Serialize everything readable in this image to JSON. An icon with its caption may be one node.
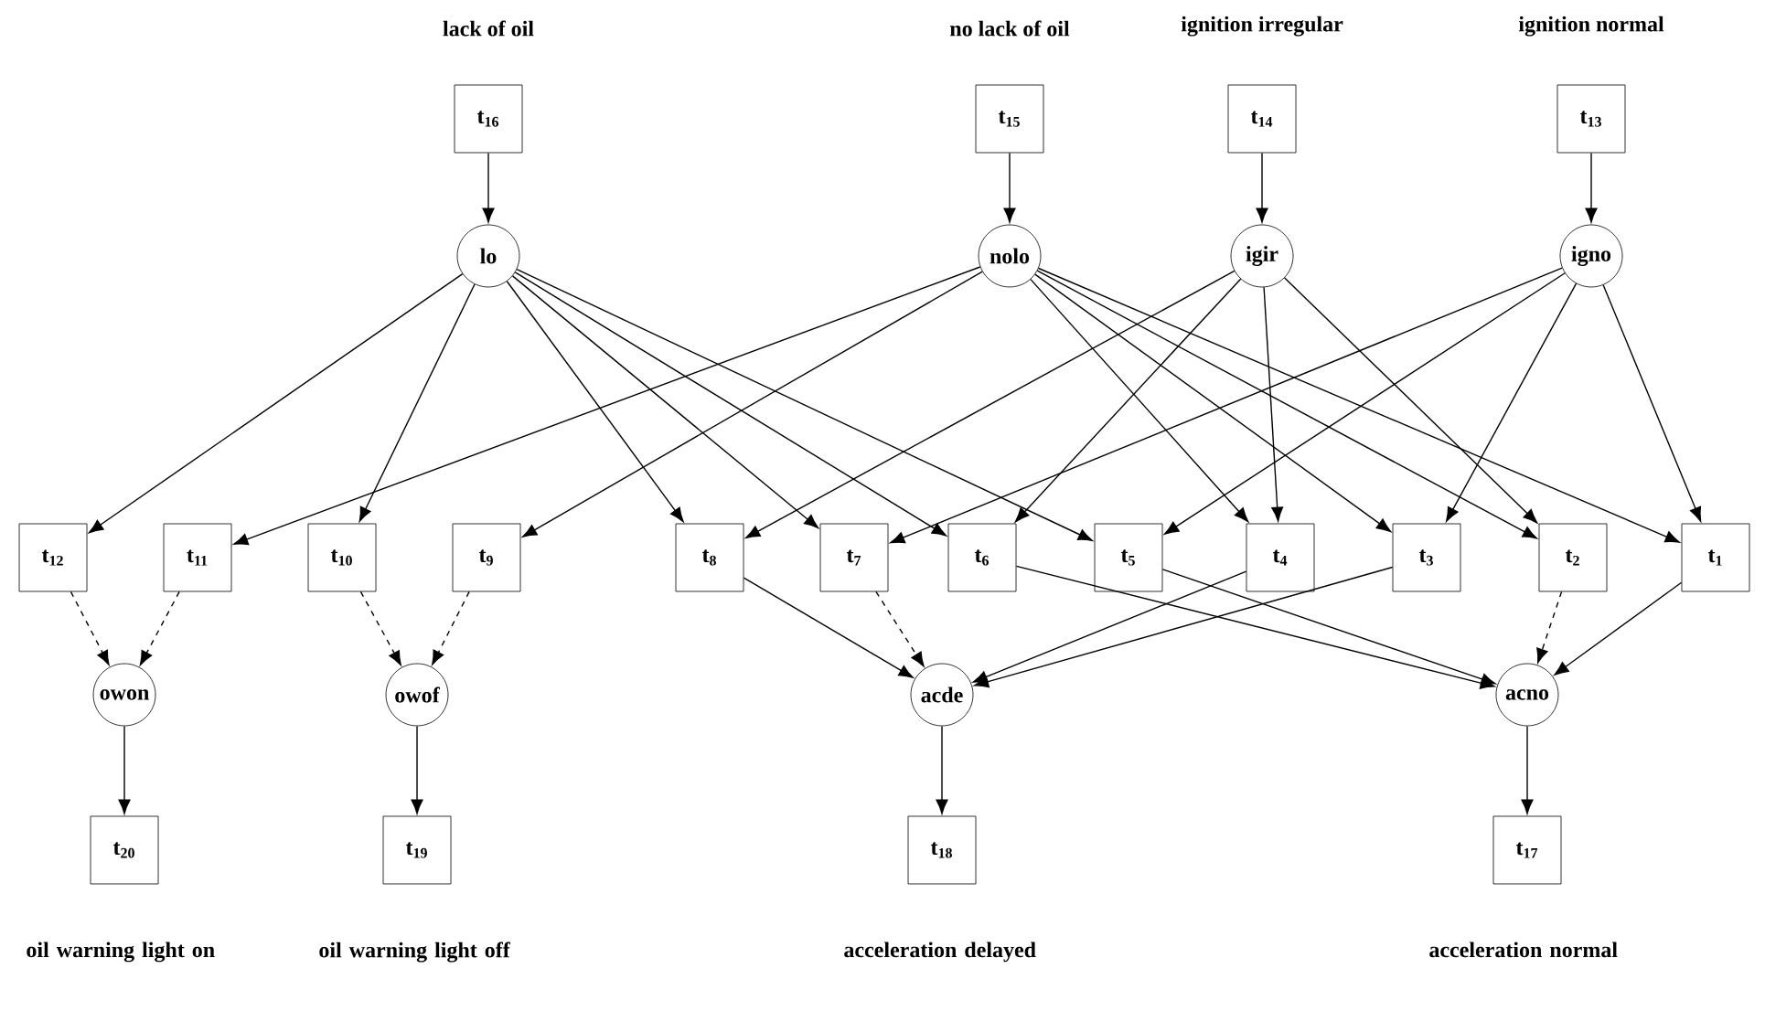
{
  "diagram": {
    "nodes": [
      {
        "text": [
          "t$_{16}$"
        ],
        "beside": [
          "lack of oil"
        ]
      },
      {
        "text": [
          "t$_{15}$"
        ],
        "beside": [
          "no lack of oil"
        ]
      },
      {
        "text": [
          "t$_{14}$"
        ],
        "beside": [
          "ignition irregular"
        ]
      },
      {
        "text": [
          "t$_{13}$"
        ],
        "beside": [
          "ignition normal"
        ]
      },
      {
        "text": [
          "lo"
        ]
      },
      {
        "text": [
          "nolo"
        ]
      },
      {
        "text": [
          "igir"
        ]
      },
      {
        "text": [
          "igno"
        ]
      },
      {
        "text": [
          "t$_{12}$"
        ]
      },
      {
        "text": [
          "t$_{11}$"
        ]
      },
      {
        "text": [
          "t$_{10}$"
        ]
      },
      {
        "text": [
          "t$_{9}$"
        ]
      },
      {
        "text": [
          "t$_{8}$"
        ]
      },
      {
        "text": [
          "t$_{7}$"
        ]
      },
      {
        "text": [
          "t$_{6}$"
        ]
      },
      {
        "text": [
          "t$_{5}$"
        ]
      },
      {
        "text": [
          "t$_{4}$"
        ]
      },
      {
        "text": [
          "t$_{3}$"
        ]
      },
      {
        "text": [
          "t$_{2}$"
        ]
      },
      {
        "text": [
          "t$_{1}$"
        ]
      },
      {
        "text": [
          "owon"
        ]
      },
      {
        "text": [
          "owof"
        ]
      },
      {
        "text": [
          "acde"
        ]
      },
      {
        "text": [
          "acno"
        ]
      },
      {
        "text": [
          "t$_{20}$"
        ],
        "beside": [
          "oil warning light on"
        ]
      },
      {
        "text": [
          "t$_{19}$"
        ],
        "beside": [
          "oil warning light off"
        ]
      },
      {
        "text": [
          "t$_{18}$"
        ],
        "beside": [
          "acceleration delayed"
        ]
      },
      {
        "text": [
          "t$_{17}$"
        ],
        "beside": [
          "acceleration normal"
        ]
      }
    ],
    "edges": [
      {
        "from": 0,
        "to": 4,
        "arrow": "to"
      },
      {
        "from": 1,
        "to": 5,
        "arrow": "to"
      },
      {
        "from": 2,
        "to": 6,
        "arrow": "to"
      },
      {
        "from": 3,
        "to": 7,
        "arrow": "to"
      },
      {
        "from": 4,
        "to": 8,
        "arrow": "to"
      },
      {
        "from": 4,
        "to": 10,
        "arrow": "to"
      },
      {
        "from": 4,
        "to": 12,
        "arrow": "to"
      },
      {
        "from": 4,
        "to": 13,
        "arrow": "to"
      },
      {
        "from": 4,
        "to": 14,
        "arrow": "to"
      },
      {
        "from": 4,
        "to": 15,
        "arrow": "to"
      },
      {
        "from": 5,
        "to": 9,
        "arrow": "to"
      },
      {
        "from": 5,
        "to": 11,
        "arrow": "to"
      },
      {
        "from": 5,
        "to": 16,
        "arrow": "to"
      },
      {
        "from": 5,
        "to": 17,
        "arrow": "to"
      },
      {
        "from": 5,
        "to": 18,
        "arrow": "to"
      },
      {
        "from": 5,
        "to": 19,
        "arrow": "to"
      },
      {
        "from": 6,
        "to": 12,
        "arrow": "to"
      },
      {
        "from": 6,
        "to": 14,
        "arrow": "to"
      },
      {
        "from": 6,
        "to": 16,
        "arrow": "to"
      },
      {
        "from": 6,
        "to": 18,
        "arrow": "to"
      },
      {
        "from": 7,
        "to": 13,
        "arrow": "to"
      },
      {
        "from": 7,
        "to": 15,
        "arrow": "to"
      },
      {
        "from": 7,
        "to": 17,
        "arrow": "to"
      },
      {
        "from": 7,
        "to": 19,
        "arrow": "to"
      },
      {
        "from": 8,
        "to": 20,
        "arrow": "to",
        "style": "dashed"
      },
      {
        "from": 9,
        "to": 20,
        "arrow": "to",
        "style": "dashed"
      },
      {
        "from": 10,
        "to": 21,
        "arrow": "to",
        "style": "dashed"
      },
      {
        "from": 11,
        "to": 21,
        "arrow": "to",
        "style": "dashed"
      },
      {
        "from": 12,
        "to": 22,
        "arrow": "to"
      },
      {
        "from": 13,
        "to": 22,
        "arrow": "to",
        "style": "dashed"
      },
      {
        "from": 16,
        "to": 22,
        "arrow": "to"
      },
      {
        "from": 17,
        "to": 22,
        "arrow": "to"
      },
      {
        "from": 14,
        "to": 23,
        "arrow": "to"
      },
      {
        "from": 15,
        "to": 23,
        "arrow": "to"
      },
      {
        "from": 18,
        "to": 23,
        "arrow": "to",
        "style": "dashed"
      },
      {
        "from": 19,
        "to": 23,
        "arrow": "to"
      },
      {
        "from": 20,
        "to": 24,
        "arrow": "to"
      },
      {
        "from": 21,
        "to": 25,
        "arrow": "to"
      },
      {
        "from": 22,
        "to": 26,
        "arrow": "to"
      },
      {
        "from": 23,
        "to": 27,
        "arrow": "to"
      }
    ]
  }
}
